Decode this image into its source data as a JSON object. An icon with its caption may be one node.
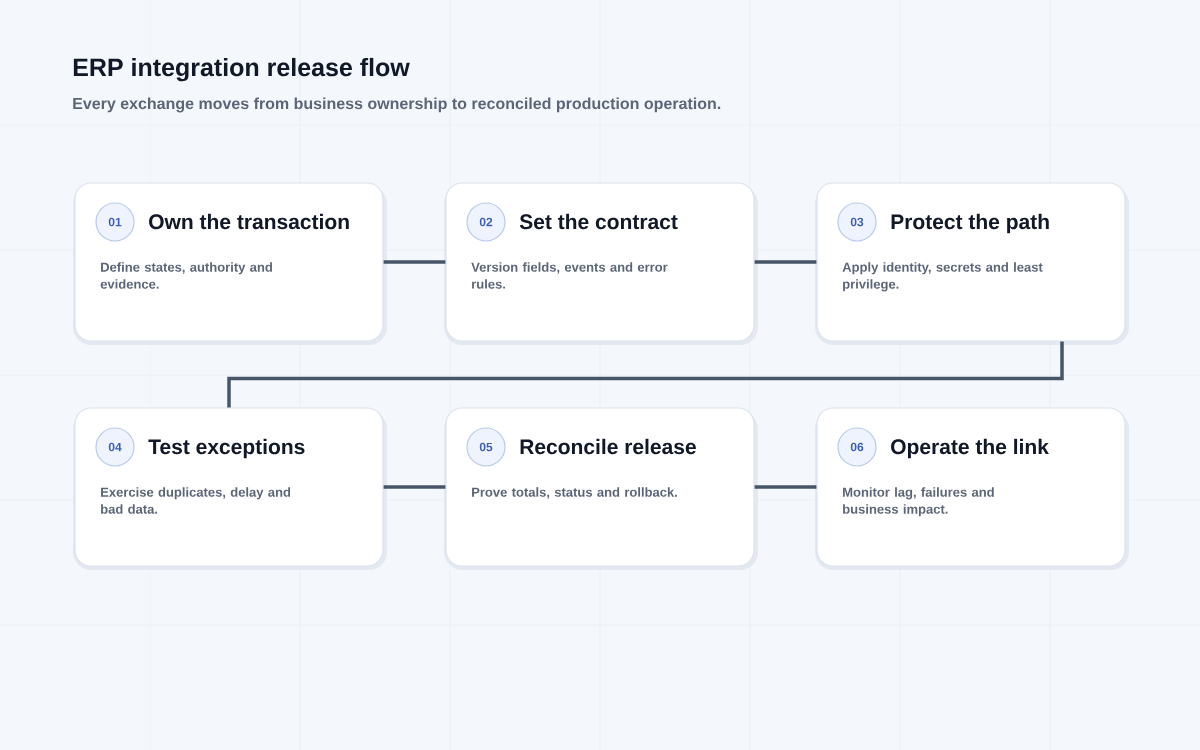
{
  "diagram": {
    "title": "ERP integration release flow",
    "caption": "Every exchange moves from business ownership to reconciled production operation.",
    "nodes": [
      {
        "text": [
          "Own the transaction",
          "Define states, authority and evidence."
        ]
      },
      {
        "text": [
          "01"
        ],
        "in": 0
      },
      {
        "text": [
          "Set the contract",
          "Version fields, events and error rules."
        ]
      },
      {
        "text": [
          "02"
        ],
        "in": 2
      },
      {
        "text": [
          "Protect the path",
          "Apply identity, secrets and least privilege."
        ]
      },
      {
        "text": [
          "03"
        ],
        "in": 4
      },
      {
        "text": [
          "Test exceptions",
          "Exercise duplicates, delay and bad data."
        ]
      },
      {
        "text": [
          "04"
        ],
        "in": 6
      },
      {
        "text": [
          "Reconcile release",
          "Prove totals, status and rollback."
        ]
      },
      {
        "text": [
          "05"
        ],
        "in": 8
      },
      {
        "text": [
          "Operate the link",
          "Monitor lag, failures and business impact."
        ]
      },
      {
        "text": [
          "06"
        ],
        "in": 10
      }
    ],
    "edges": [
      {
        "from": 0,
        "to": 2,
        "arrow": "none"
      },
      {
        "from": 2,
        "to": 4,
        "arrow": "none"
      },
      {
        "from": 4,
        "to": 6,
        "arrow": "none"
      },
      {
        "from": 6,
        "to": 8,
        "arrow": "none"
      },
      {
        "from": 8,
        "to": 10,
        "arrow": "none"
      }
    ]
  }
}
